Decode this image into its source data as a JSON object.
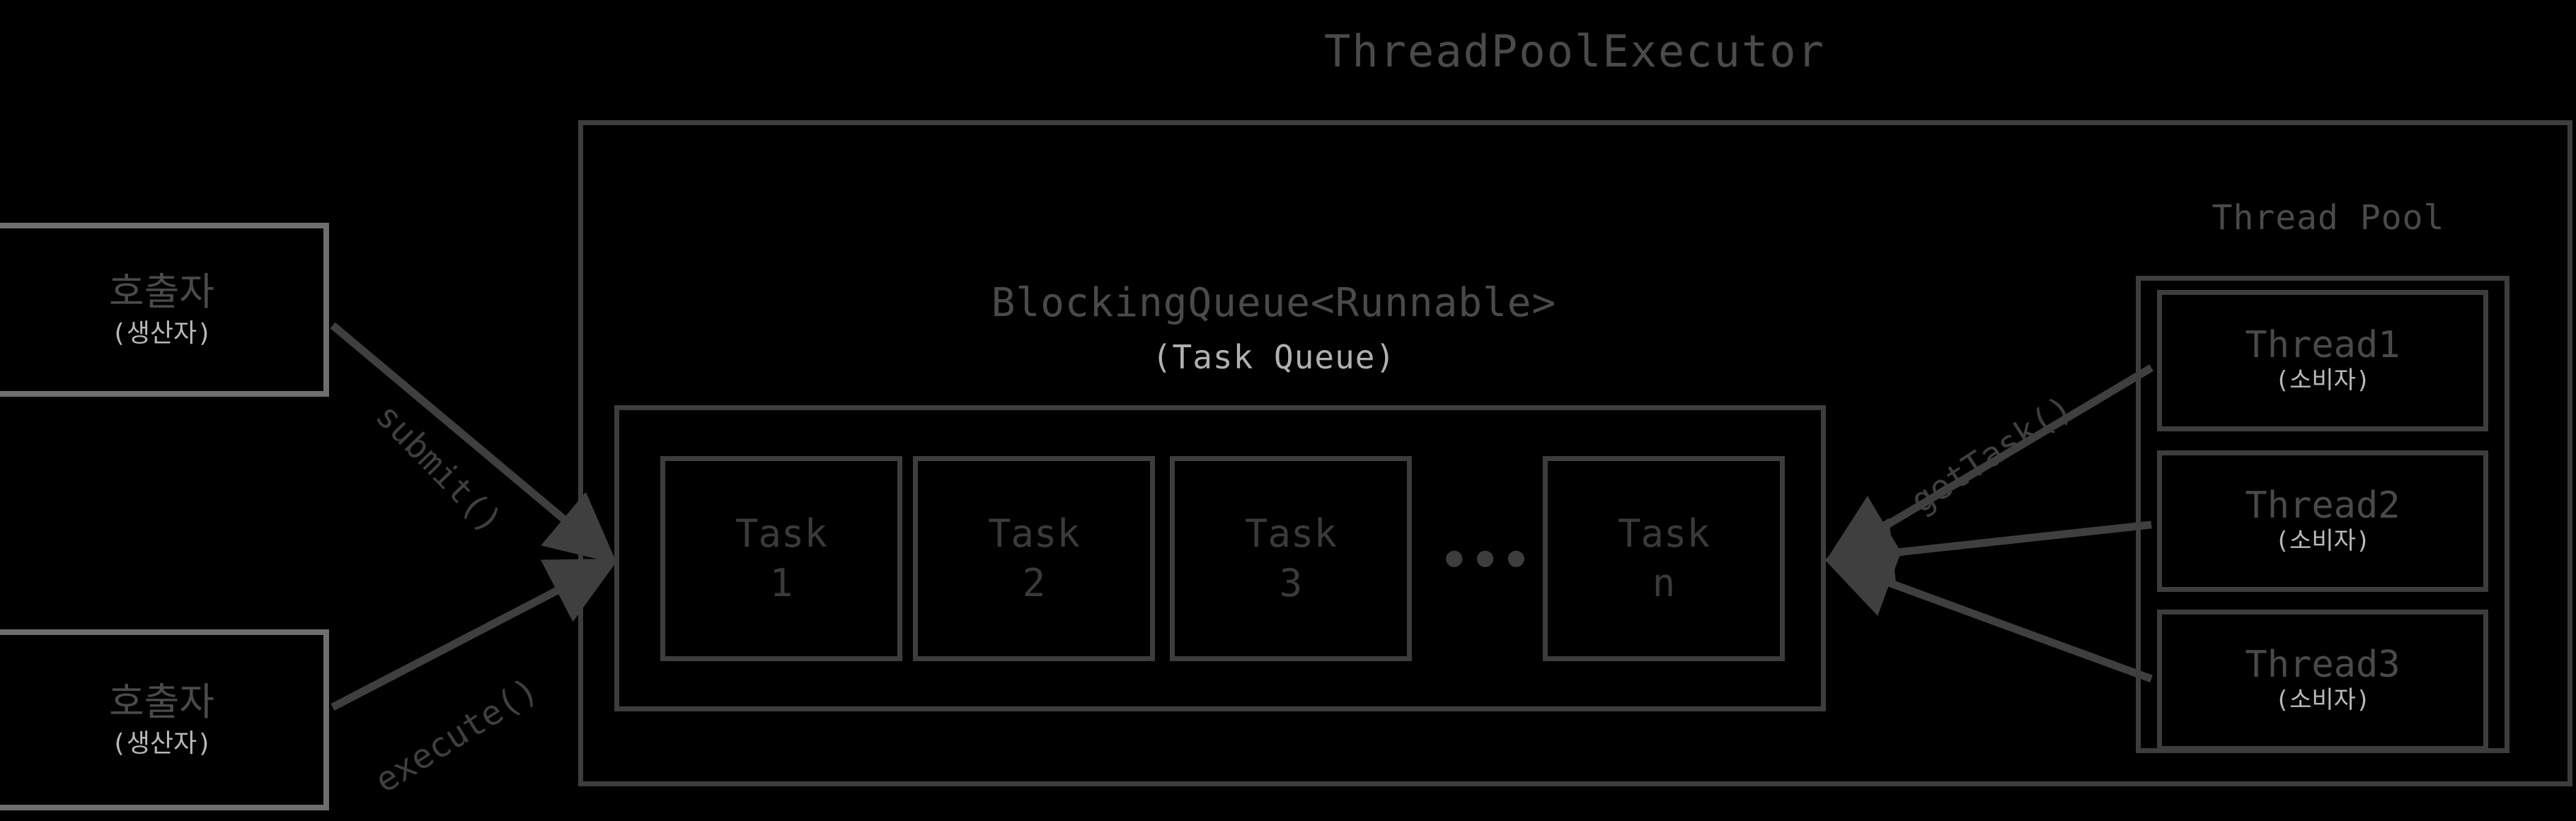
{
  "diagram": {
    "title": "ThreadPoolExecutor",
    "background_color": "#000000",
    "line_color": "#3d3d3d",
    "primary_text_color": "#4a4a4a",
    "secondary_text_color": "#b9b9b9"
  },
  "callers": [
    {
      "name": "호출자",
      "role": "(생산자)"
    },
    {
      "name": "호출자",
      "role": "(생산자)"
    }
  ],
  "edge_labels": {
    "submit": "submit()",
    "execute": "execute()",
    "get_task": "getTask()"
  },
  "queue": {
    "title": "BlockingQueue<Runnable>",
    "subtitle": "(Task Queue)",
    "ellipsis": "•••",
    "tasks": [
      {
        "label": "Task",
        "index": "1"
      },
      {
        "label": "Task",
        "index": "2"
      },
      {
        "label": "Task",
        "index": "3"
      },
      {
        "label": "Task",
        "index": "n"
      }
    ]
  },
  "thread_pool": {
    "title": "Thread Pool",
    "threads": [
      {
        "name": "Thread1",
        "role": "(소비자)"
      },
      {
        "name": "Thread2",
        "role": "(소비자)"
      },
      {
        "name": "Thread3",
        "role": "(소비자)"
      }
    ]
  }
}
